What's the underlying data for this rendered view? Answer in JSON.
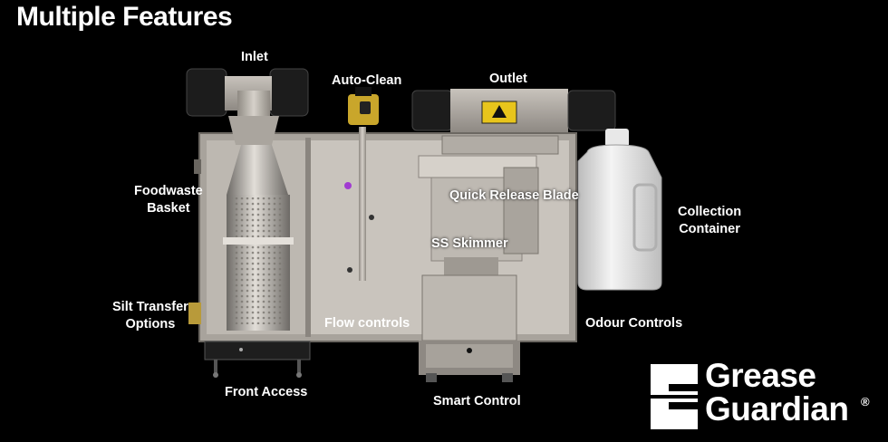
{
  "title": "Multiple Features",
  "labels": {
    "inlet": "Inlet",
    "auto_clean": "Auto-Clean",
    "outlet": "Outlet",
    "foodwaste_basket_line1": "Foodwaste",
    "foodwaste_basket_line2": "Basket",
    "collection_container_line1": "Collection",
    "collection_container_line2": "Container",
    "quick_release_blade": "Quick Release Blade",
    "ss_skimmer": "SS Skimmer",
    "silt_transfer_line1": "Silt Transfer",
    "silt_transfer_line2": "Options",
    "flow_controls": "Flow controls",
    "odour_controls": "Odour Controls",
    "front_access": "Front Access",
    "smart_control": "Smart Control"
  },
  "logo": {
    "line1": "Grease",
    "line2": "Guardian",
    "registered": "®"
  },
  "colors": {
    "background": "#000000",
    "text": "#ffffff",
    "steel": "#b9b3ab",
    "warning_label": "#e8c51c"
  }
}
